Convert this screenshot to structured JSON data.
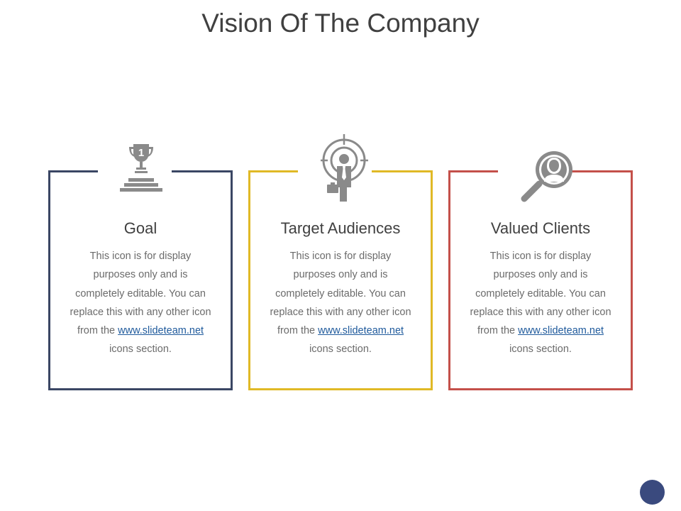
{
  "slide": {
    "title": "Vision Of The Company"
  },
  "colors": {
    "navy": "#3a4664",
    "gold": "#e0b926",
    "red": "#c4504a",
    "icon_gray": "#8a8a8a",
    "dot": "#3a4a7e"
  },
  "cards": [
    {
      "title": "Goal",
      "icon": "trophy-podium-icon",
      "text_before": "This icon is for display purposes only and is completely editable. You can replace this with any other icon from the",
      "link": "www.slideteam.net",
      "text_after": "icons section."
    },
    {
      "title": "Target Audiences",
      "icon": "target-person-icon",
      "text_before": "This icon is for display purposes only and is completely editable. You can replace this with any other icon from the",
      "link": "www.slideteam.net",
      "text_after": "icons section."
    },
    {
      "title": "Valued Clients",
      "icon": "magnifier-person-icon",
      "text_before": "This icon is for display purposes only and is completely editable. You can replace this with any other icon from the",
      "link": "www.slideteam.net",
      "text_after": "icons section."
    }
  ]
}
